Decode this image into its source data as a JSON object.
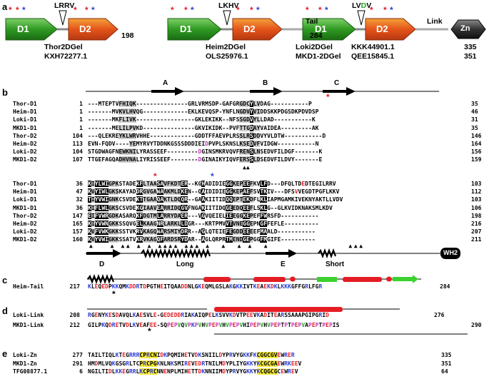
{
  "panels": {
    "a": "a",
    "b": "b",
    "c": "c",
    "d": "d",
    "e": "e"
  },
  "panel_a": {
    "thor": {
      "d1": "D1",
      "d2": "D2",
      "motif": "LRRV",
      "len": "198",
      "name": "Thor2DGel",
      "acc": "KXH72277.1"
    },
    "heim": {
      "d1": "D1",
      "d2": "D2",
      "motif": "LKHV",
      "tail": "Tail",
      "len": "284",
      "name": "Heim2DGel",
      "acc": "OLS25976.1"
    },
    "loki": {
      "d1": "D1",
      "d2": "D2",
      "motif_pre": "LV",
      "motif_green": "D",
      "motif_post": "V",
      "link": "Link",
      "zn": "Zn",
      "name1": "Loki2DGel",
      "acc1": "KKK44901.1",
      "len1": "335",
      "name2": "MKD1-2DGel",
      "acc2": "QEE15845.1",
      "len2": "351"
    },
    "star": "*",
    "colors": {
      "d1_green": "#3aa62e",
      "d2_orange": "#e8561b",
      "zn_gray": "#444444",
      "star_red": "#e51c23",
      "star_blue": "#2b3bd6"
    }
  },
  "panel_b": {
    "sec_top": {
      "A": "A",
      "B": "B",
      "C": "C"
    },
    "block1": [
      {
        "name": "Thor-D1",
        "start": "1",
        "seq": "---MTEPTVFHIQK---------------GRLVRMSDP-GAFGRGDCYLVDAG-----------P",
        "end": "35"
      },
      {
        "name": "Heim-D1",
        "start": "1",
        "seq": "-------MVKVLHVQG-------------EKLKEVQSP-YNFLNGDVYVIDDSKKPDGSDKPDVDSP",
        "end": "46"
      },
      {
        "name": "Loki-D1",
        "start": "1",
        "seq": "-------MKFLIVK-----------------GKLEKIKK--NFSSGDVYLLDAD-----------K",
        "end": "31"
      },
      {
        "name": "MKD1-D1",
        "start": "1",
        "seq": "-------MELILPVKD---------------GKVIKIDK--PVFTTGDAYVAIDEA---------AK",
        "end": "35"
      },
      {
        "name": "Thor-D2",
        "start": "104",
        "seq": "---QLEKREYKLWRVHHE-------------GDDTFFAEVPLRSSLRSDDVYVLDTW-----------D",
        "end": "146"
      },
      {
        "name": "Heim-D2",
        "start": "113",
        "seq": "EVN-FQDV----YEMYRVYTDDNKGSSSDDDIEIDPVPLSKNSLKSEDVFVIDGW-----------N",
        "end": "164"
      },
      {
        "name": "Loki-D2",
        "start": "104",
        "seq": "STGDWAGFNEWKNILYRASSEEF---------DGINSMKRVQVFRENSLNSEDVFILDGF-------K",
        "end": "156"
      },
      {
        "name": "MKD1-D2",
        "start": "107",
        "seq": "TTGEFAGQADHVNALIYRISSEEF--------DGINAIKYIQVFERSSLDSEDVFILDVY-------E",
        "end": "159"
      }
    ],
    "block2": [
      {
        "name": "Thor-D1",
        "start": "36",
        "seq": "KIYLWIGPKSTADEKFLTAASAVFKDTER--KGHADIDIEGGKEPEEFKVLFD---DFQLTDEDTEGILRRV",
        "end": "103"
      },
      {
        "name": "Heim-D1",
        "start": "47",
        "seq": "KVYIWLGKSKAYADDRGVGAWAAKMLDKEN--QAIDIDIEGGKEPAEFSVTKIV---DFSVVEGDTPGFLKKV",
        "end": "112"
      },
      {
        "name": "Loki-D1",
        "start": "32",
        "seq": "TIYVWIGNKCSVDEKTTGAAQAKTLDQQR--GAAKIITIDQQEPTEKDFLKLIAPMGAMKIVEKNYAKTLLVDV",
        "end": "103"
      },
      {
        "name": "MKD1-D1",
        "start": "36",
        "seq": "KIFLWLGKSCSVDEKGIAAVEARRIDQGVFNGAKIITIDQGEEDQEEFLSKLG--GLKVIDKNAKSMLKDV",
        "end": "106"
      },
      {
        "name": "Thor-D2",
        "start": "147",
        "seq": "EIFVWRGDKASARQKFDGTMLARRYDAER---VGVQEIELIEEGGKEPEFFWRSFD-----------",
        "end": "198"
      },
      {
        "name": "Heim-D2",
        "start": "165",
        "seq": "KIYVWNGKKSSQVGELKAAGNRLARKLLDGR---KRTPMVVTVNEGGEPNGFFEFLE----------",
        "end": "216"
      },
      {
        "name": "Loki-D2",
        "start": "157",
        "seq": "KVFVWKGKKSSTVKRVKAGQWARSMIYDRR--AGLQTEIEFEGDDEEEEFMAALD-----------",
        "end": "207"
      },
      {
        "name": "MKD1-D2",
        "start": "160",
        "seq": "KVYVWIGKKSSATVKRVKAGQFARDSRYDAR--AGLQRPRTMENDGEPGGFMGIFE----------",
        "end": "211"
      }
    ],
    "sec_bottom": {
      "D": "D",
      "Long": "Long",
      "E": "E",
      "Short": "Short",
      "WH2": "WH2"
    },
    "triangle": "▲"
  },
  "panel_c": {
    "name": "Heim-Tail",
    "start": "217",
    "seq": "KLEQEDPKKQMKDDRTDPGTHEITQAADDNLGKEQMLGSLAKGKKIVTKEAEKDKLKKKGFFGRLFGR",
    "end": "284",
    "star": "*"
  },
  "panel_d": {
    "rows": [
      {
        "name": "Loki-Link",
        "start": "208",
        "seq": "RGENYKESDAVQLKAESVLE-GEDEDDRIAKAIQPELKSVVKDVTPEEVKADITEARSSAAAPGIPGRID",
        "end": "276"
      },
      {
        "name": "MKD1-Link",
        "start": "212",
        "seq": "GILPKQDRETVDLKVEAFEE-SQPEPVQVPKPVHVPEPVHVPEPVHIPEPVHVPEPTPTPEPVAPEPTPEPIS",
        "end": "290"
      }
    ],
    "star": "*"
  },
  "panel_e": {
    "rows": [
      {
        "name": "Loki-Zn",
        "start": "277",
        "seq": "TAILTIQLKTEGRRRCPRCNIDKPQMIHETVDKSNIILDYPRVYGKKFKCGGCGVEWRER",
        "end": "335"
      },
      {
        "name": "MKD1-Zn",
        "start": "291",
        "seq": "HMDMLVQKGSGRLTCPRCPGKNLNKSMIREVEDRTNILMDYPLIYGKKYKCGCGAEWRKEEV",
        "end": "351"
      },
      {
        "name": "TFG08877.1",
        "start": "6",
        "seq": "NGILTIDLKKEGRRLKCPRCNNENPLMIHETTDKNNIIMDYPRVYGKKYKCQGCGCEWREV",
        "end": "64"
      }
    ]
  }
}
